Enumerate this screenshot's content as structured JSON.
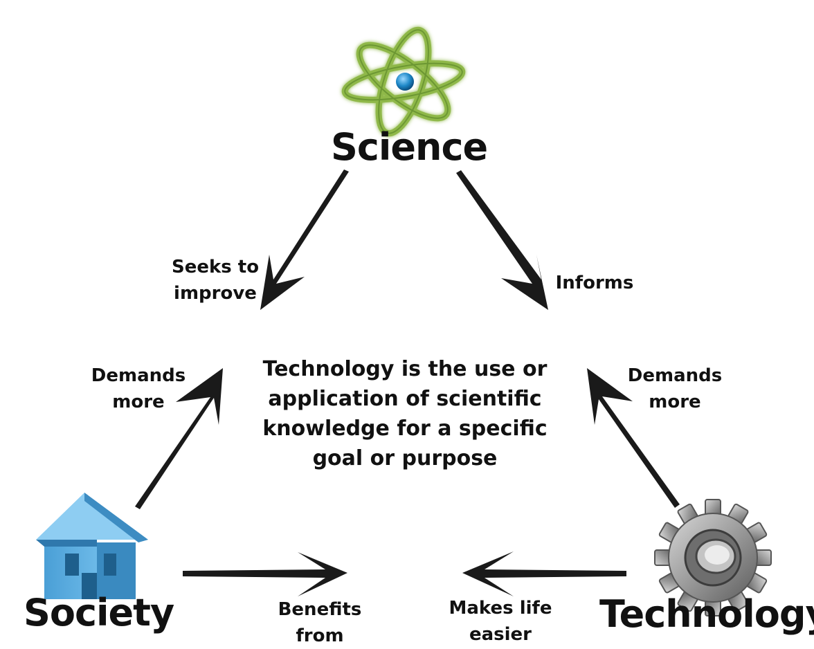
{
  "nodes": {
    "science": "Science",
    "society": "Society",
    "technology": "Technology"
  },
  "edges": {
    "science_to_society": [
      "Seeks to",
      "improve"
    ],
    "science_to_technology": "Informs",
    "society_to_center": [
      "Demands",
      "more"
    ],
    "technology_to_center": [
      "Demands",
      "more"
    ],
    "society_to_bottom": [
      "Benefits",
      "from"
    ],
    "technology_to_bottom": [
      "Makes life",
      "easier"
    ]
  },
  "definition": [
    "Technology is the use or",
    "application of scientific",
    "knowledge for a specific",
    "goal or purpose"
  ],
  "icons": {
    "science": "atom-icon",
    "society": "house-icon",
    "technology": "gear-icon"
  },
  "colors": {
    "atom_orbit": "#8fb848",
    "atom_nucleus": "#1e88c8",
    "house": "#5aaee0",
    "gear": "#9a9a9a",
    "arrow": "#1a1a1a"
  }
}
